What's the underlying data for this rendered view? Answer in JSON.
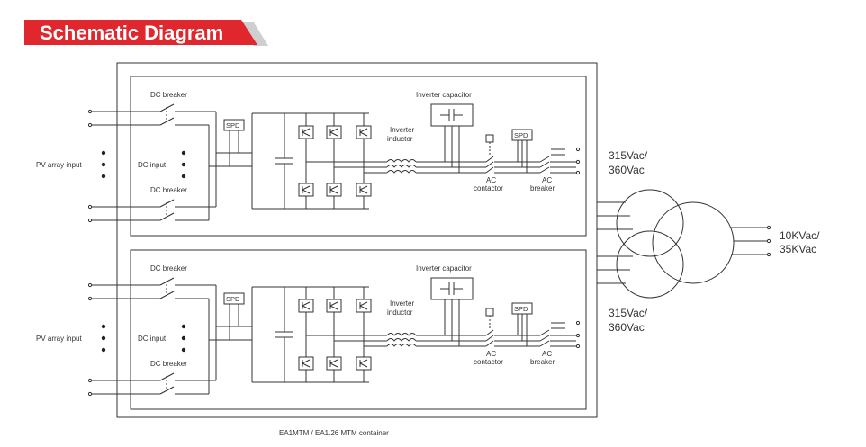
{
  "header": {
    "title": "Schematic Diagram"
  },
  "unit": {
    "dc_breaker": "DC breaker",
    "dc_input": "DC input",
    "pv_array_input": "PV array input",
    "spd": "SPD",
    "inverter_capacitor": "Inverter capacitor",
    "inverter_inductor_line1": "Inverter",
    "inverter_inductor_line2": "inductor",
    "ac_contactor_line1": "AC",
    "ac_contactor_line2": "contactor",
    "ac_breaker_line1": "AC",
    "ac_breaker_line2": "breaker"
  },
  "outputs": {
    "lv_voltage_line1": "315Vac/",
    "lv_voltage_line2": "360Vac",
    "mv_voltage_line1": "10KVac/",
    "mv_voltage_line2": "35KVac"
  },
  "footer": {
    "container_caption": "EA1MTM / EA1.26 MTM container"
  },
  "colors": {
    "banner_red": "#e0272d",
    "banner_shadow": "#c8c8c8",
    "line": "#333333"
  }
}
